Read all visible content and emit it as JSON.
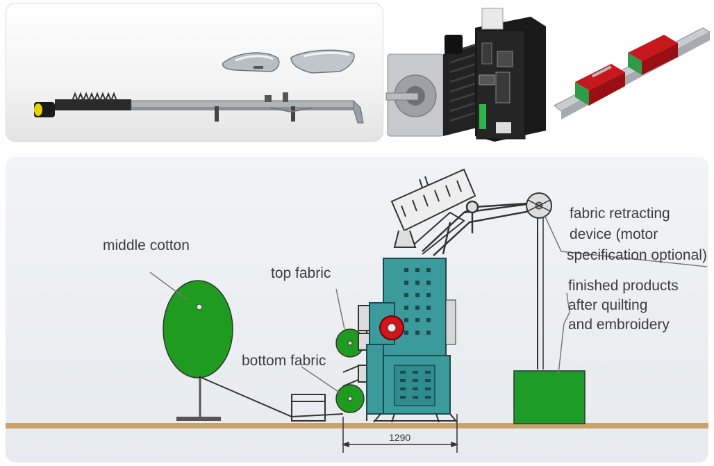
{
  "labels": {
    "middle_cotton": "middle cotton",
    "top_fabric": "top fabric",
    "bottom_fabric": "bottom fabric",
    "retracting_line1": "fabric retracting",
    "retracting_line2": "device (motor",
    "retracting_line3": "specification optional)",
    "finished_line1": "finished products",
    "finished_line2": "after quilting",
    "finished_line3": "and embroidery"
  },
  "dimension": "1290",
  "colors": {
    "machine_teal": "#3a9a9c",
    "roll_green": "#1f9b1f",
    "box_green": "#1e9c28",
    "floor": "#c9a36a",
    "red_wheel": "#d2141b"
  }
}
